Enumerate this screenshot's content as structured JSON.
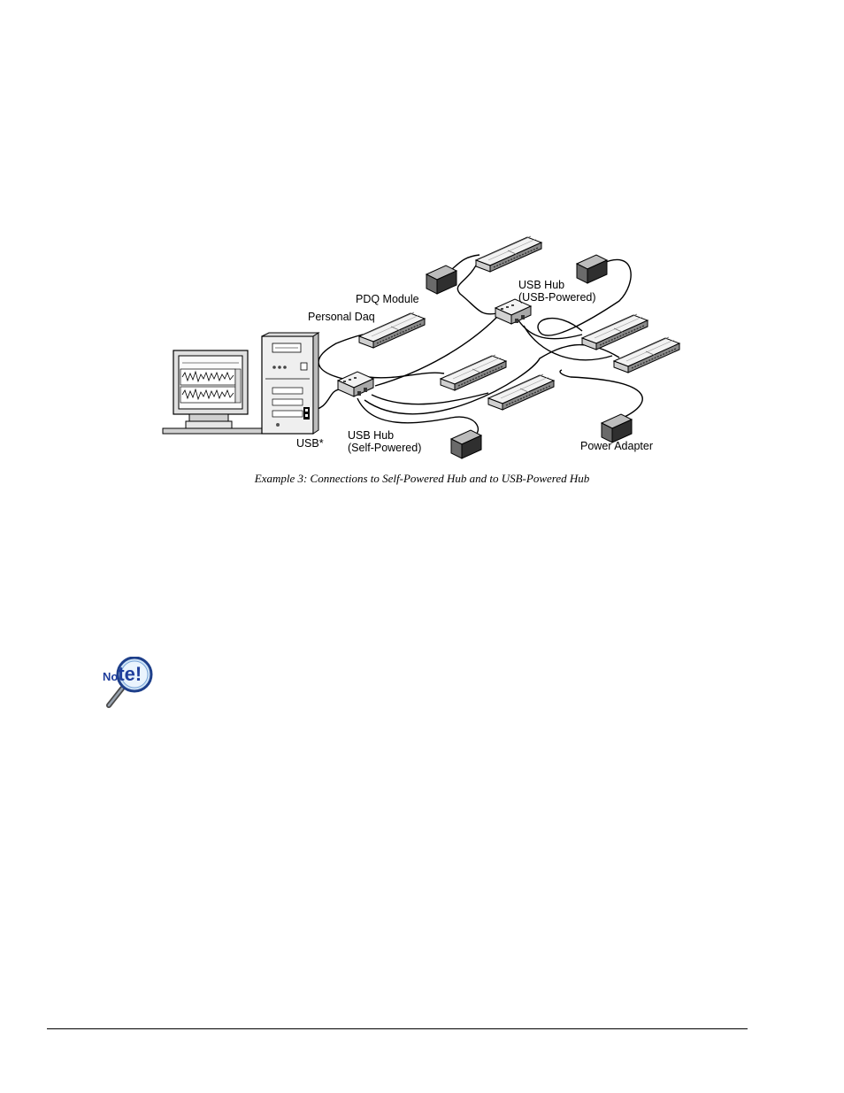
{
  "figure": {
    "caption": "Example 3:  Connections to Self-Powered Hub and to USB-Powered Hub",
    "labels": {
      "pdq_module": "PDQ Module",
      "personal_daq": "Personal Daq",
      "usb_hub_top": "USB Hub",
      "usb_hub_top_sub": "(USB-Powered)",
      "usb_hub_bottom": "USB Hub",
      "usb_hub_bottom_sub": "(Self-Powered)",
      "usb_port": "USB*",
      "power_adapter": "Power Adapter"
    }
  },
  "note_icon": {
    "icon": "note-magnifier-icon",
    "text": "Note!"
  }
}
